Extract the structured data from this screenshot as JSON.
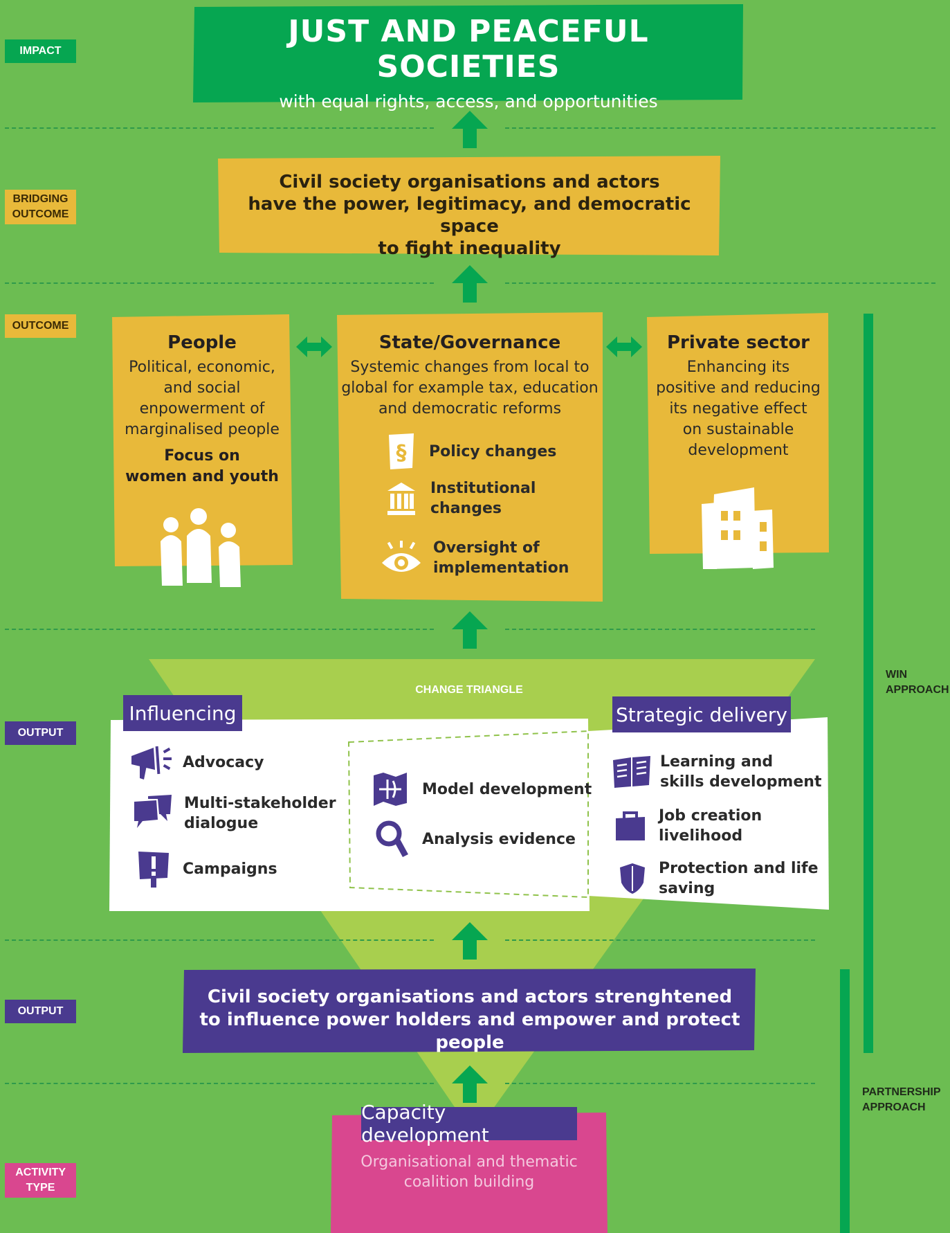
{
  "levels": {
    "impact": "IMPACT",
    "bridging_outcome": "BRIDGING OUTCOME",
    "outcome": "OUTCOME",
    "output1": "OUTPUT",
    "output2": "OUTPUT",
    "activity_type": "ACTIVITY TYPE"
  },
  "impact": {
    "title": "JUST AND PEACEFUL SOCIETIES",
    "subtitle": "with equal rights, access, and opportunities"
  },
  "bridging": {
    "lines": [
      "Civil society organisations and actors",
      "have the power, legitimacy, and democratic space",
      "to fight inequality"
    ]
  },
  "outcome": {
    "people": {
      "title": "People",
      "text_lines": [
        "Political, economic,",
        "and social",
        "enpowerment of",
        "marginalised people"
      ],
      "focus_lines": [
        "Focus on",
        "women and youth"
      ],
      "icon": "people-icon"
    },
    "state": {
      "title": "State/Governance",
      "text_lines": [
        "Systemic changes from local to",
        "global for example tax, education",
        "and democratic reforms"
      ],
      "items": [
        {
          "label_lines": [
            "Policy changes"
          ],
          "icon": "policy-document-icon"
        },
        {
          "label_lines": [
            "Institutional",
            "changes"
          ],
          "icon": "institution-building-icon"
        },
        {
          "label_lines": [
            "Oversight of",
            "implementation"
          ],
          "icon": "eye-icon"
        }
      ]
    },
    "private": {
      "title": "Private sector",
      "text_lines": [
        "Enhancing its",
        "positive and reducing",
        "its negative effect",
        "on sustainable",
        "development"
      ],
      "icon": "office-building-icon"
    }
  },
  "change_triangle": {
    "label": "CHANGE TRIANGLE",
    "influencing": {
      "title": "Influencing",
      "items": [
        {
          "label_lines": [
            "Advocacy"
          ],
          "icon": "megaphone-icon"
        },
        {
          "label_lines": [
            "Multi-stakeholder",
            "dialogue"
          ],
          "icon": "speech-bubbles-icon"
        },
        {
          "label_lines": [
            "Campaigns"
          ],
          "icon": "campaign-sign-icon"
        }
      ]
    },
    "middle": {
      "items": [
        {
          "label_lines": [
            "Model development"
          ],
          "icon": "map-icon"
        },
        {
          "label_lines": [
            "Analysis evidence"
          ],
          "icon": "magnifier-icon"
        }
      ]
    },
    "strategic": {
      "title": "Strategic delivery",
      "items": [
        {
          "label_lines": [
            "Learning and",
            "skills development"
          ],
          "icon": "book-icon"
        },
        {
          "label_lines": [
            "Job creation",
            "livelihood"
          ],
          "icon": "briefcase-icon"
        },
        {
          "label_lines": [
            "Protection and life",
            "saving"
          ],
          "icon": "shield-icon"
        }
      ]
    }
  },
  "output2": {
    "lines": [
      "Civil society organisations and actors strenghtened",
      "to influence power holders and empower and protect people"
    ]
  },
  "capacity": {
    "title": "Capacity development",
    "lines": [
      "Organisational and thematic",
      "coalition building"
    ]
  },
  "approaches": {
    "win": [
      "WIN",
      "APPROACH"
    ],
    "partnership": [
      "PARTNERSHIP",
      "APPROACH"
    ]
  },
  "colors": {
    "background": "#6cbd52",
    "impact_green": "#06a651",
    "yellow": "#e8b93a",
    "purple": "#4a3a8f",
    "pink": "#d9478f",
    "triangle": "#a8cf4e",
    "white": "#ffffff"
  }
}
